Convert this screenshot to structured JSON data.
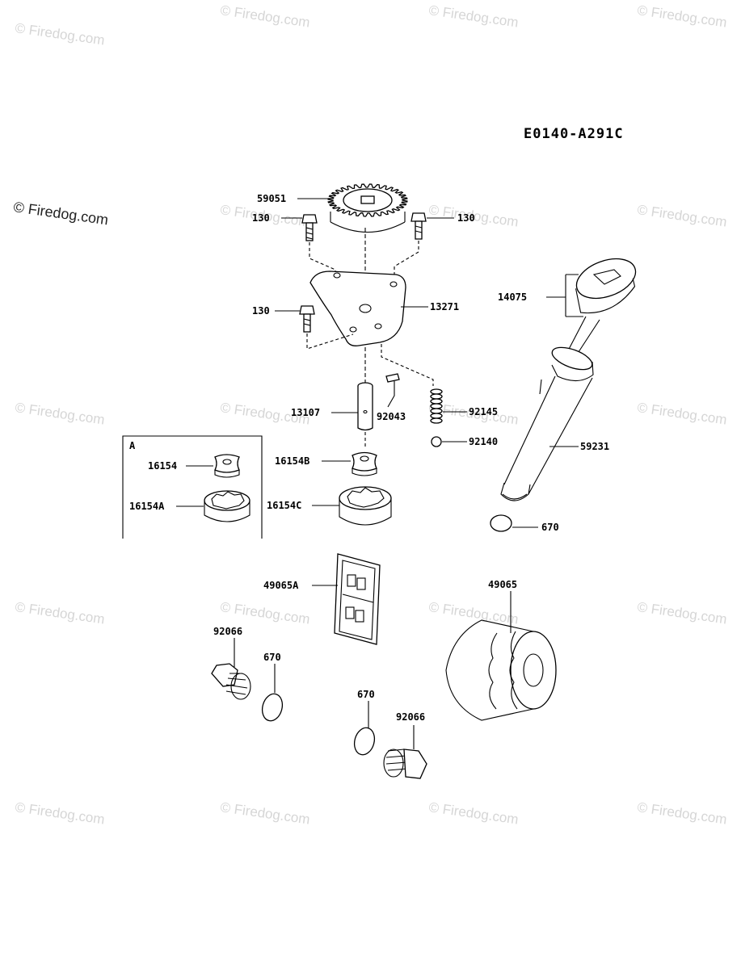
{
  "diagram": {
    "code": "E0140-A291C",
    "inset_label": "A",
    "watermark": "© Firedog.com",
    "parts": {
      "gear": "59051",
      "bolt_top_left": "130",
      "bolt_top_right": "130",
      "bolt_left": "130",
      "plate": "13271",
      "dipstick": "14075",
      "shaft": "13107",
      "pin": "92043",
      "spring": "92145",
      "ball": "92140",
      "tube": "59231",
      "inset_rotor_inner": "16154",
      "inset_rotor_outer": "16154A",
      "rotor_inner": "16154B",
      "rotor_outer": "16154C",
      "oring_tube": "670",
      "strainer": "49065A",
      "oil_filter": "49065",
      "drain_plug_left": "92066",
      "oring_left": "670",
      "oring_center": "670",
      "drain_plug_center": "92066"
    }
  }
}
